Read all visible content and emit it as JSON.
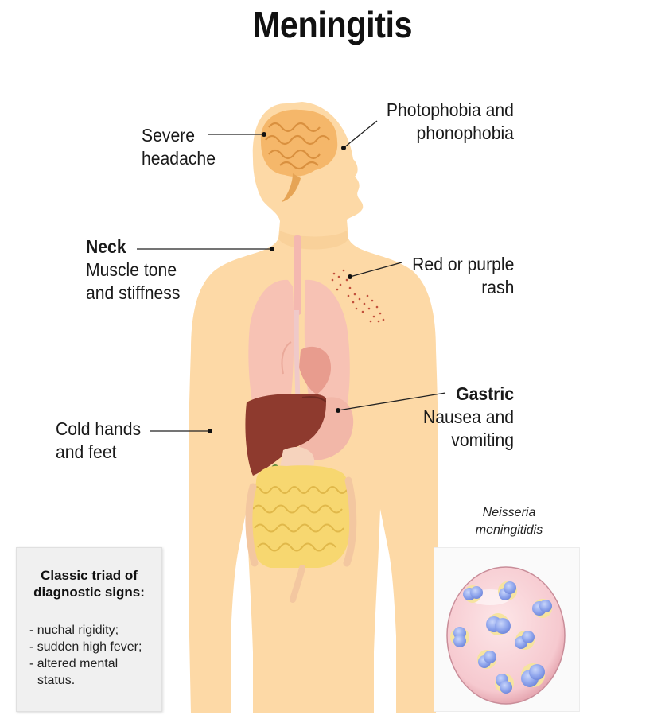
{
  "title": "Meningitis",
  "labels": {
    "headache": [
      "Severe",
      "headache"
    ],
    "photophobia": [
      "Photophobia and",
      "phonophobia"
    ],
    "neck_heading": "Neck",
    "neck": [
      "Muscle tone",
      "and stiffness"
    ],
    "rash": [
      "Red or purple",
      "rash"
    ],
    "gastric_heading": "Gastric",
    "gastric": [
      "Nausea and",
      "vomiting"
    ],
    "cold": [
      "Cold hands",
      "and feet"
    ]
  },
  "triad": {
    "title": [
      "Classic triad of",
      "diagnostic signs:"
    ],
    "items": [
      "- nuchal rigidity;",
      "- sudden high fever;",
      "- altered mental",
      "status."
    ]
  },
  "bacteria": {
    "label": [
      "Neisseria",
      "meningitidis"
    ]
  },
  "colors": {
    "skin": "#fdd9a6",
    "skin_dark": "#f6c98e",
    "lung": "#f7c2b4",
    "liver": "#8e3a2e",
    "stomach": "#f2b7a8",
    "intestine": "#f7d770",
    "brain": "#f5b76a",
    "cell": "#f9d8dc",
    "bacteria": "#8fa6e8"
  }
}
